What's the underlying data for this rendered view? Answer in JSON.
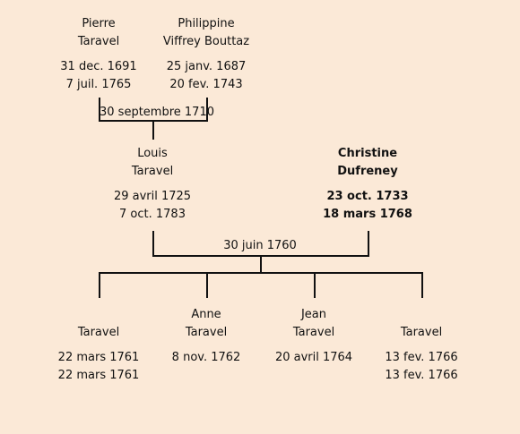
{
  "grandparents": {
    "father": {
      "first": "Pierre",
      "last": "Taravel",
      "born": "31 dec. 1691",
      "died": "7 juil. 1765"
    },
    "mother": {
      "first": "Philippine",
      "last": "Viffrey Bouttaz",
      "born": "25 janv. 1687",
      "died": "20 fev. 1743"
    },
    "marriage": "30 septembre 1710"
  },
  "parents": {
    "father": {
      "first": "Louis",
      "last": "Taravel",
      "born": "29 avril 1725",
      "died": "7 oct. 1783"
    },
    "mother": {
      "first": "Christine",
      "last": "Dufreney",
      "born": "23 oct. 1733",
      "died": "18 mars 1768",
      "highlighted": true
    },
    "marriage": "30 juin 1760"
  },
  "children": [
    {
      "first": "",
      "last": "Taravel",
      "born": "22 mars 1761",
      "died": "22 mars 1761"
    },
    {
      "first": "Anne",
      "last": "Taravel",
      "born": "8 nov. 1762",
      "died": ""
    },
    {
      "first": "Jean",
      "last": "Taravel",
      "born": "20 avril 1764",
      "died": ""
    },
    {
      "first": "",
      "last": "Taravel",
      "born": "13 fev. 1766",
      "died": "13 fev. 1766"
    }
  ]
}
